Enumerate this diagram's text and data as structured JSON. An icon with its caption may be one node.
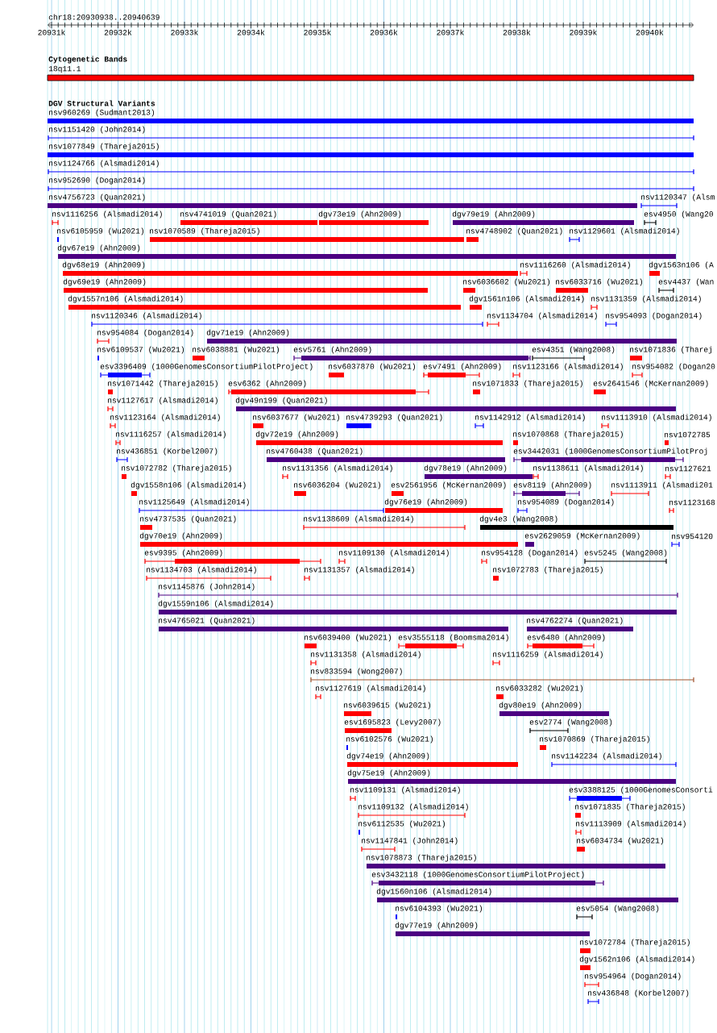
{
  "diagram": {
    "labels": [
      "chr18:20930938..20940639",
      "20931k",
      "20932k",
      "20933k",
      "20934k",
      "20935k",
      "20936k",
      "20937k",
      "20938k",
      "20939k",
      "20940k",
      "Cytogenetic Bands",
      "DGV Structural Variants"
    ],
    "nodes": [
      {
        "text": [
          "18q11.1"
        ]
      },
      {
        "text": [
          "nsv960269 (Sudmant2013)"
        ]
      },
      {
        "text": [
          "nsv1151420 (John2014)"
        ]
      },
      {
        "text": [
          "nsv1077849 (Thareja2015)"
        ]
      },
      {
        "text": [
          "nsv1124766 (Alsmadi2014)"
        ]
      },
      {
        "text": [
          "nsv952690 (Dogan2014)"
        ]
      },
      {
        "text": [
          "nsv4756723 (Quan2021)"
        ]
      },
      {
        "text": [
          "nsv1120347 (Alsm"
        ]
      },
      {
        "text": [
          "nsv1116256 (Alsmadi2014)"
        ]
      },
      {
        "text": [
          "nsv4741019 (Quan2021)"
        ]
      },
      {
        "text": [
          "dgv73e19 (Ahn2009)"
        ]
      },
      {
        "text": [
          "dgv79e19 (Ahn2009)"
        ]
      },
      {
        "text": [
          "esv4950 (Wang20"
        ]
      },
      {
        "text": [
          "nsv6105959 (Wu2021)"
        ]
      },
      {
        "text": [
          "nsv1070589 (Thareja2015)"
        ]
      },
      {
        "text": [
          "nsv4748902 (Quan2021)"
        ]
      },
      {
        "text": [
          "nsv1129601 (Alsmadi2014)"
        ]
      },
      {
        "text": [
          "dgv67e19 (Ahn2009)"
        ]
      },
      {
        "text": [
          "dgv68e19 (Ahn2009)"
        ]
      },
      {
        "text": [
          "nsv1116260 (Alsmadi2014)"
        ]
      },
      {
        "text": [
          "dgv1563n106 (A"
        ]
      },
      {
        "text": [
          "dgv69e19 (Ahn2009)"
        ]
      },
      {
        "text": [
          "nsv6036602 (Wu2021)"
        ]
      },
      {
        "text": [
          "nsv6033716 (Wu2021)"
        ]
      },
      {
        "text": [
          "esv4437 (Wan"
        ]
      },
      {
        "text": [
          "dgv1557n106 (Alsmadi2014)"
        ]
      },
      {
        "text": [
          "dgv1561n106 (Alsmadi2014)"
        ]
      },
      {
        "text": [
          "nsv1131359 (Alsmadi2014)"
        ]
      },
      {
        "text": [
          "nsv1120346 (Alsmadi2014)"
        ]
      },
      {
        "text": [
          "nsv1134704 (Alsmadi2014)"
        ]
      },
      {
        "text": [
          "nsv954093 (Dogan2014)"
        ]
      },
      {
        "text": [
          "nsv954084 (Dogan2014)"
        ]
      },
      {
        "text": [
          "dgv71e19 (Ahn2009)"
        ]
      },
      {
        "text": [
          "nsv6109537 (Wu2021)"
        ]
      },
      {
        "text": [
          "nsv6038881 (Wu2021)"
        ]
      },
      {
        "text": [
          "esv5761 (Ahn2009)"
        ]
      },
      {
        "text": [
          "esv4351 (Wang2008)"
        ]
      },
      {
        "text": [
          "nsv1071836 (Tharej"
        ]
      },
      {
        "text": [
          "esv3396409 (1000GenomesConsortiumPilotProject)"
        ]
      },
      {
        "text": [
          "nsv6037870 (Wu2021)"
        ]
      },
      {
        "text": [
          "esv7491 (Ahn2009)"
        ]
      },
      {
        "text": [
          "nsv1123166 (Alsmadi2014)"
        ]
      },
      {
        "text": [
          "nsv954082 (Dogan20"
        ]
      },
      {
        "text": [
          "nsv1071442 (Thareja2015)"
        ]
      },
      {
        "text": [
          "esv6362 (Ahn2009)"
        ]
      },
      {
        "text": [
          "nsv1071833 (Thareja2015)"
        ]
      },
      {
        "text": [
          "esv2641546 (McKernan2009)"
        ]
      },
      {
        "text": [
          "nsv1127617 (Alsmadi2014)"
        ]
      },
      {
        "text": [
          "dgv49n199 (Quan2021)"
        ]
      },
      {
        "text": [
          "nsv1123164 (Alsmadi2014)"
        ]
      },
      {
        "text": [
          "nsv6037677 (Wu2021)"
        ]
      },
      {
        "text": [
          "nsv4739293 (Quan2021)"
        ]
      },
      {
        "text": [
          "nsv1142912 (Alsmadi2014)"
        ]
      },
      {
        "text": [
          "nsv1113910 (Alsmadi2014)"
        ]
      },
      {
        "text": [
          "nsv1116257 (Alsmadi2014)"
        ]
      },
      {
        "text": [
          "dgv72e19 (Ahn2009)"
        ]
      },
      {
        "text": [
          "nsv1070868 (Thareja2015)"
        ]
      },
      {
        "text": [
          "nsv1072785"
        ]
      },
      {
        "text": [
          "nsv436851 (Korbel2007)"
        ]
      },
      {
        "text": [
          "nsv4760438 (Quan2021)"
        ]
      },
      {
        "text": [
          "esv3442031 (1000GenomesConsortiumPilotProj"
        ]
      },
      {
        "text": [
          "nsv1072782 (Thareja2015)"
        ]
      },
      {
        "text": [
          "nsv1131356 (Alsmadi2014)"
        ]
      },
      {
        "text": [
          "dgv78e19 (Ahn2009)"
        ]
      },
      {
        "text": [
          "nsv1138611 (Alsmadi2014)"
        ]
      },
      {
        "text": [
          "nsv1127621"
        ]
      },
      {
        "text": [
          "dgv1558n106 (Alsmadi2014)"
        ]
      },
      {
        "text": [
          "nsv6036204 (Wu2021)"
        ]
      },
      {
        "text": [
          "esv2561956 (McKernan2009)"
        ]
      },
      {
        "text": [
          "esv8119 (Ahn2009)"
        ]
      },
      {
        "text": [
          "nsv1113911 (Alsmadi201"
        ]
      },
      {
        "text": [
          "nsv1125649 (Alsmadi2014)"
        ]
      },
      {
        "text": [
          "dgv76e19 (Ahn2009)"
        ]
      },
      {
        "text": [
          "nsv954089 (Dogan2014)"
        ]
      },
      {
        "text": [
          "nsv1123168"
        ]
      },
      {
        "text": [
          "nsv4737535 (Quan2021)"
        ]
      },
      {
        "text": [
          "nsv1138609 (Alsmadi2014)"
        ]
      },
      {
        "text": [
          "dgv4e3 (Wang2008)"
        ]
      },
      {
        "text": [
          "dgv70e19 (Ahn2009)"
        ]
      },
      {
        "text": [
          "esv2629059 (McKernan2009)"
        ]
      },
      {
        "text": [
          "nsv954120"
        ]
      },
      {
        "text": [
          "esv9395 (Ahn2009)"
        ]
      },
      {
        "text": [
          "nsv1109130 (Alsmadi2014)"
        ]
      },
      {
        "text": [
          "nsv954128 (Dogan2014)"
        ]
      },
      {
        "text": [
          "esv5245 (Wang2008)"
        ]
      },
      {
        "text": [
          "nsv1134703 (Alsmadi2014)"
        ]
      },
      {
        "text": [
          "nsv1131357 (Alsmadi2014)"
        ]
      },
      {
        "text": [
          "nsv1072783 (Thareja2015)"
        ]
      },
      {
        "text": [
          "nsv1145876 (John2014)"
        ]
      },
      {
        "text": [
          "dgv1559n106 (Alsmadi2014)"
        ]
      },
      {
        "text": [
          "nsv4765021 (Quan2021)"
        ]
      },
      {
        "text": [
          "nsv4762274 (Quan2021)"
        ]
      },
      {
        "text": [
          "nsv6039400 (Wu2021)"
        ]
      },
      {
        "text": [
          "esv3555118 (Boomsma2014)"
        ]
      },
      {
        "text": [
          "esv6480 (Ahn2009)"
        ]
      },
      {
        "text": [
          "nsv1131358 (Alsmadi2014)"
        ]
      },
      {
        "text": [
          "nsv1116259 (Alsmadi2014)"
        ]
      },
      {
        "text": [
          "nsv833594 (Wong2007)"
        ]
      },
      {
        "text": [
          "nsv1127619 (Alsmadi2014)"
        ]
      },
      {
        "text": [
          "nsv6033282 (Wu2021)"
        ]
      },
      {
        "text": [
          "nsv6039615 (Wu2021)"
        ]
      },
      {
        "text": [
          "dgv80e19 (Ahn2009)"
        ]
      },
      {
        "text": [
          "esv1695823 (Levy2007)"
        ]
      },
      {
        "text": [
          "esv2774 (Wang2008)"
        ]
      },
      {
        "text": [
          "nsv6102576 (Wu2021)"
        ]
      },
      {
        "text": [
          "nsv1070869 (Thareja2015)"
        ]
      },
      {
        "text": [
          "dgv74e19 (Ahn2009)"
        ]
      },
      {
        "text": [
          "nsv1142234 (Alsmadi2014)"
        ]
      },
      {
        "text": [
          "dgv75e19 (Ahn2009)"
        ]
      },
      {
        "text": [
          "nsv1109131 (Alsmadi2014)"
        ]
      },
      {
        "text": [
          "esv3388125 (1000GenomesConsorti"
        ]
      },
      {
        "text": [
          "nsv1109132 (Alsmadi2014)"
        ]
      },
      {
        "text": [
          "nsv1071835 (Thareja2015)"
        ]
      },
      {
        "text": [
          "nsv6112535 (Wu2021)"
        ]
      },
      {
        "text": [
          "nsv1113909 (Alsmadi2014)"
        ]
      },
      {
        "text": [
          "nsv1147841 (John2014)"
        ]
      },
      {
        "text": [
          "nsv6034734 (Wu2021)"
        ]
      },
      {
        "text": [
          "nsv1078873 (Thareja2015)"
        ]
      },
      {
        "text": [
          "esv3432118 (1000GenomesConsortiumPilotProject)"
        ]
      },
      {
        "text": [
          "dgv1560n106 (Alsmadi2014)"
        ]
      },
      {
        "text": [
          "nsv6104393 (Wu2021)"
        ]
      },
      {
        "text": [
          "esv5054 (Wang2008)"
        ]
      },
      {
        "text": [
          "dgv77e19 (Ahn2009)"
        ]
      },
      {
        "text": [
          "nsv1072784 (Thareja2015)"
        ]
      },
      {
        "text": [
          "dgv1562n106 (Alsmadi2014)"
        ]
      },
      {
        "text": [
          "nsv954964 (Dogan2014)"
        ]
      },
      {
        "text": [
          "nsv436848 (Korbel2007)"
        ]
      }
    ]
  }
}
